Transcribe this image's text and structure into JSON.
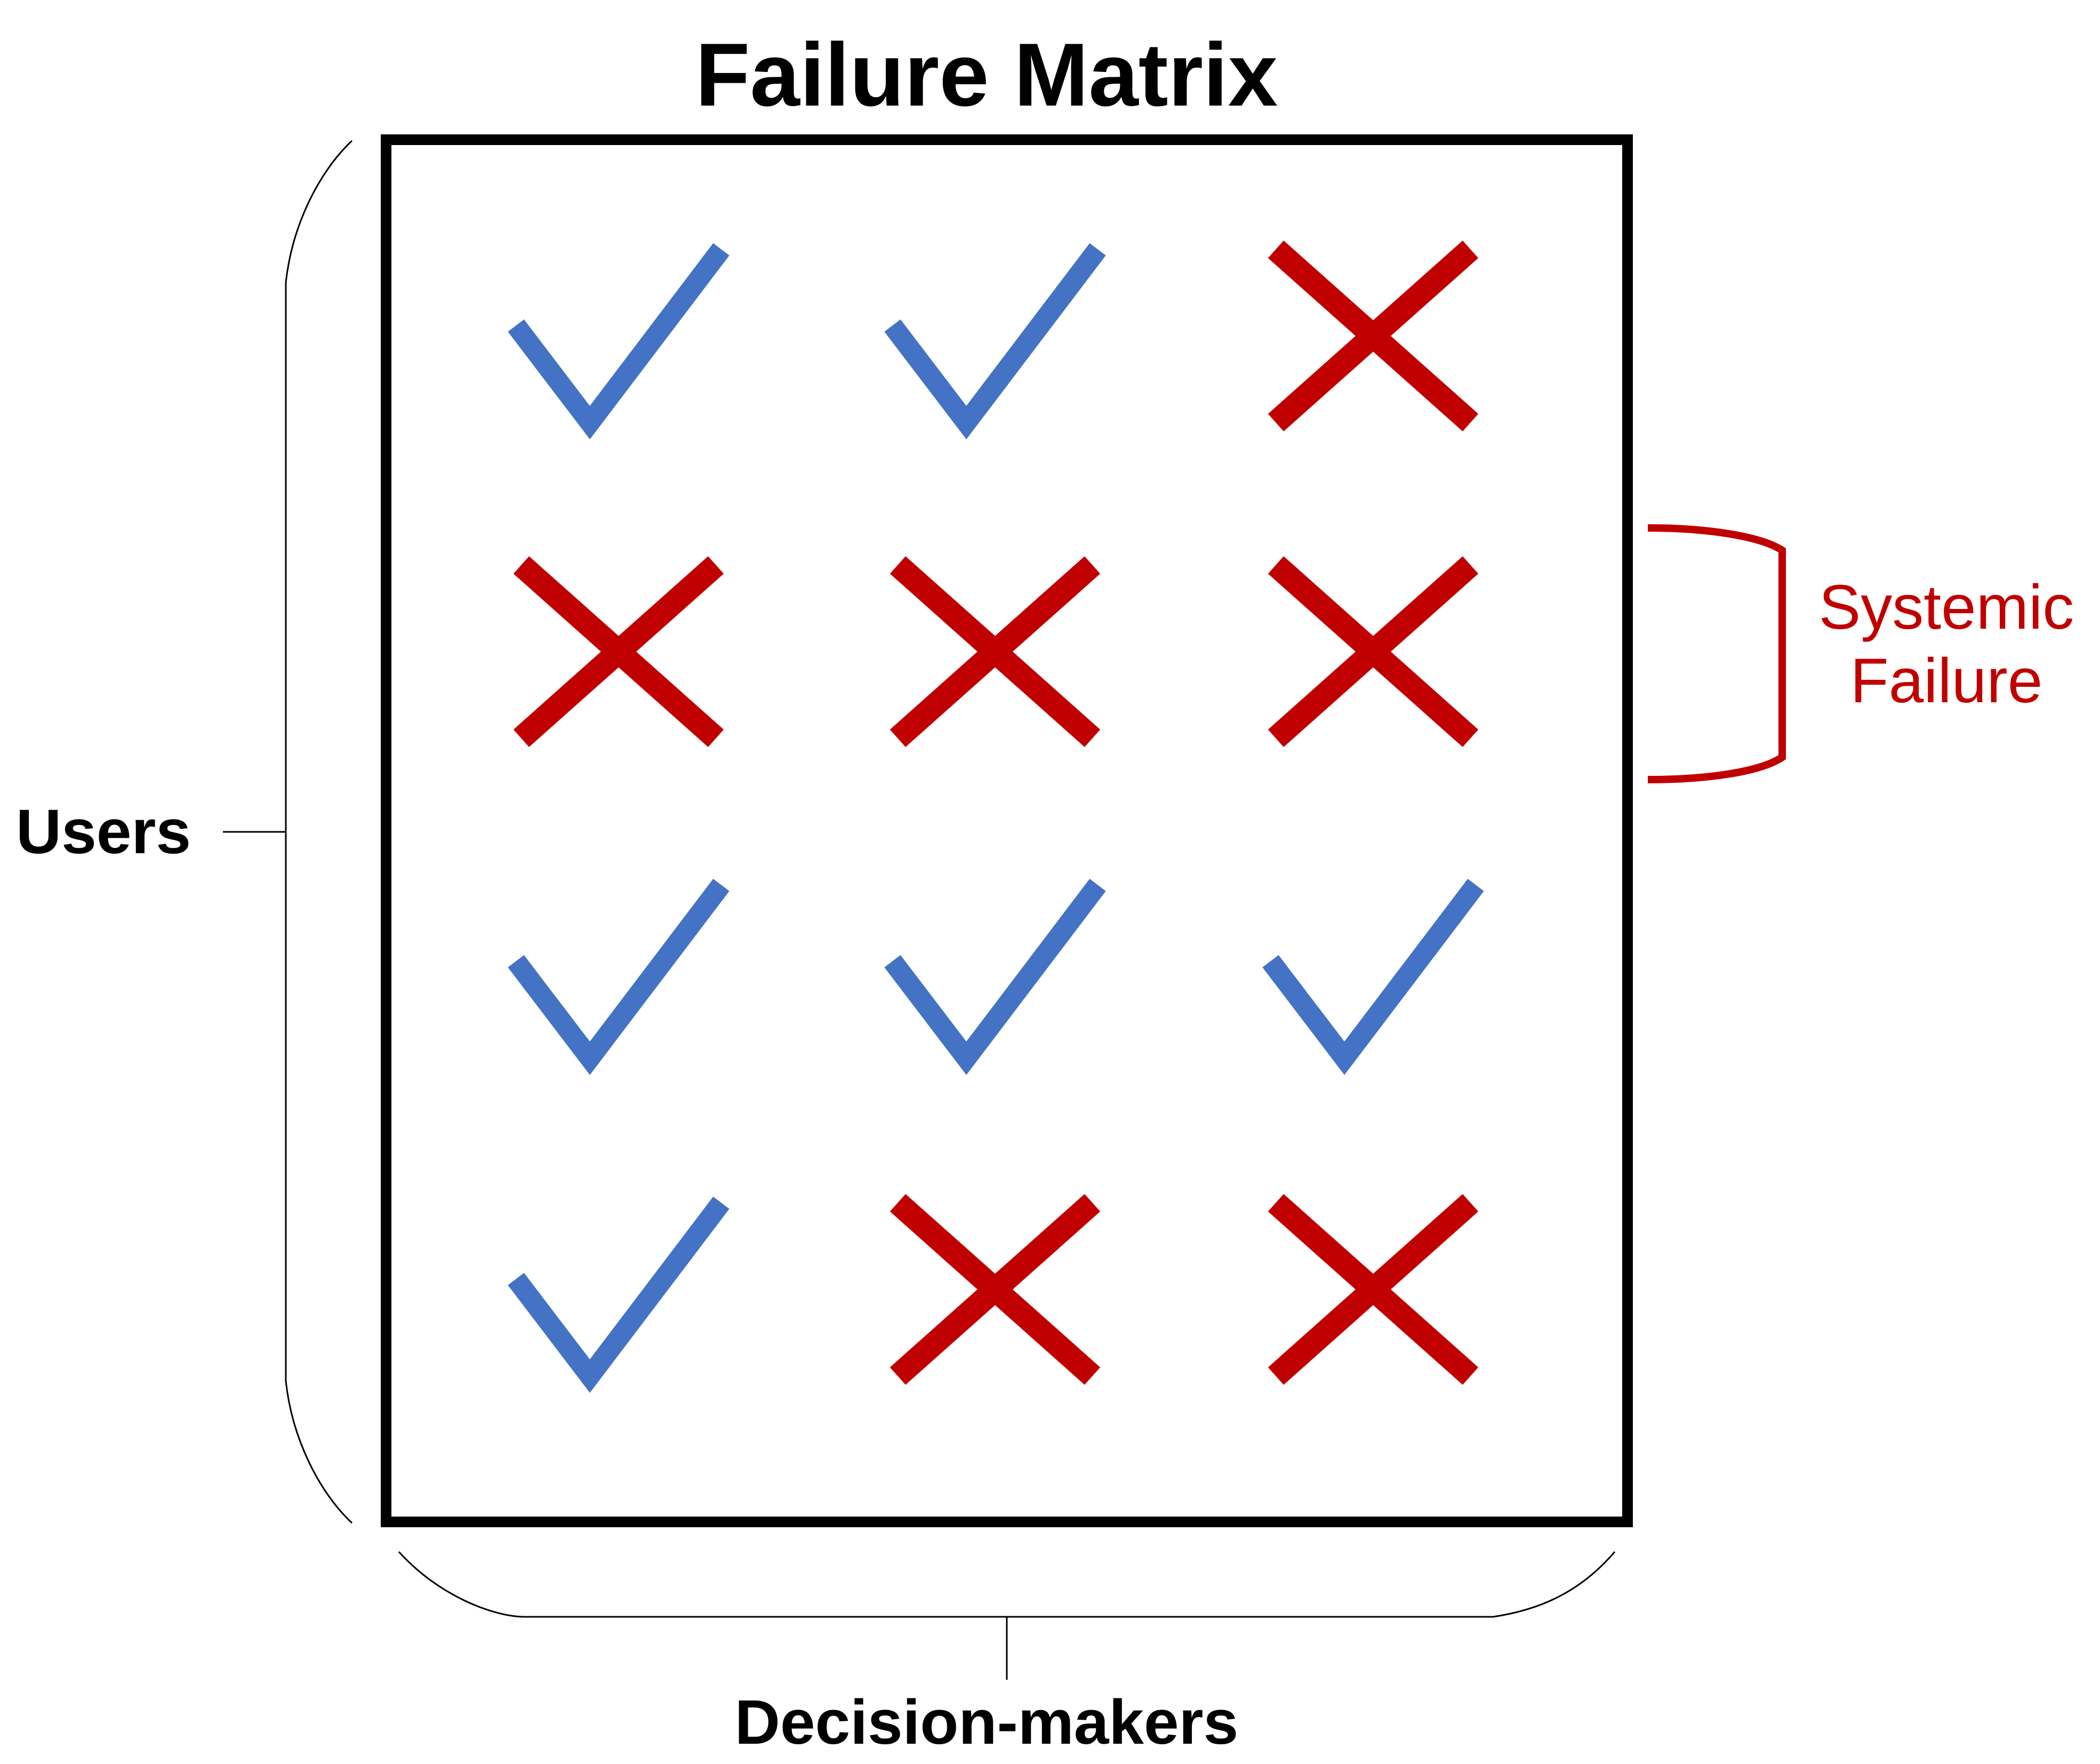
{
  "title": "Failure Matrix",
  "axes": {
    "rows_label": "Users",
    "columns_label": "Decision-makers"
  },
  "annotation": {
    "line1": "Systemic",
    "line2": "Failure",
    "target_row": 2,
    "color": "#c00000"
  },
  "colors": {
    "check": "#4472c4",
    "cross": "#c00000",
    "frame": "#000000"
  },
  "grid": [
    [
      "check-icon",
      "check-icon",
      "cross-icon"
    ],
    [
      "cross-icon",
      "cross-icon",
      "cross-icon"
    ],
    [
      "check-icon",
      "check-icon",
      "check-icon"
    ],
    [
      "check-icon",
      "cross-icon",
      "cross-icon"
    ]
  ]
}
